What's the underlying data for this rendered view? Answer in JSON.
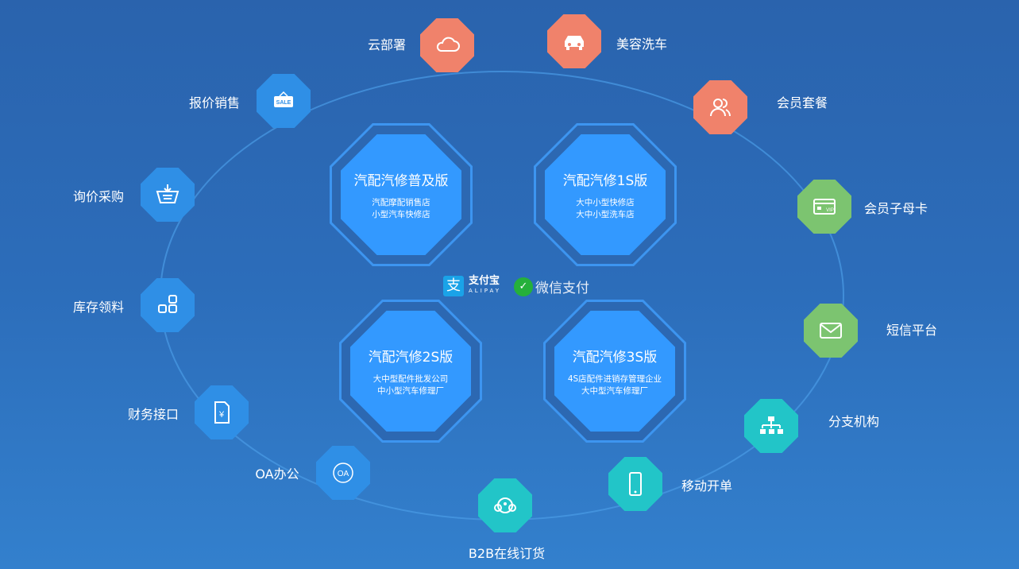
{
  "editions": [
    {
      "title": "汽配汽修普及版",
      "lines": [
        "汽配摩配销售店",
        "小型汽车快修店"
      ]
    },
    {
      "title": "汽配汽修1S版",
      "lines": [
        "大中小型快修店",
        "大中小型洗车店"
      ]
    },
    {
      "title": "汽配汽修2S版",
      "lines": [
        "大中型配件批发公司",
        "中小型汽车修理厂"
      ]
    },
    {
      "title": "汽配汽修3S版",
      "lines": [
        "4S店配件进销存管理企业",
        "大中型汽车修理厂"
      ]
    }
  ],
  "payments": {
    "alipay": "支付宝",
    "alipay_en": "ALIPAY",
    "wechat": "微信支付"
  },
  "features": [
    {
      "label": "云部署",
      "icon": "cloud-icon",
      "color": "#f0826b"
    },
    {
      "label": "美容洗车",
      "icon": "car-icon",
      "color": "#f0826b"
    },
    {
      "label": "会员套餐",
      "icon": "members-icon",
      "color": "#f0826b"
    },
    {
      "label": "报价销售",
      "icon": "sale-tag-icon",
      "color": "#2f8fe6"
    },
    {
      "label": "询价采购",
      "icon": "basket-icon",
      "color": "#2f8fe6"
    },
    {
      "label": "会员子母卡",
      "icon": "vip-card-icon",
      "color": "#7cc470"
    },
    {
      "label": "库存领料",
      "icon": "grid-boxes-icon",
      "color": "#2f8fe6"
    },
    {
      "label": "短信平台",
      "icon": "mail-icon",
      "color": "#7cc470"
    },
    {
      "label": "财务接口",
      "icon": "finance-doc-icon",
      "color": "#2f8fe6"
    },
    {
      "label": "分支机构",
      "icon": "org-chart-icon",
      "color": "#22c5c8"
    },
    {
      "label": "OA办公",
      "icon": "oa-icon",
      "color": "#2f8fe6"
    },
    {
      "label": "移动开单",
      "icon": "mobile-icon",
      "color": "#22c5c8"
    },
    {
      "label": "B2B在线订货",
      "icon": "b2b-icon",
      "color": "#22c5c8"
    }
  ],
  "sale_text": "SALE",
  "oa_text": "OA",
  "vip_text": "VIP"
}
